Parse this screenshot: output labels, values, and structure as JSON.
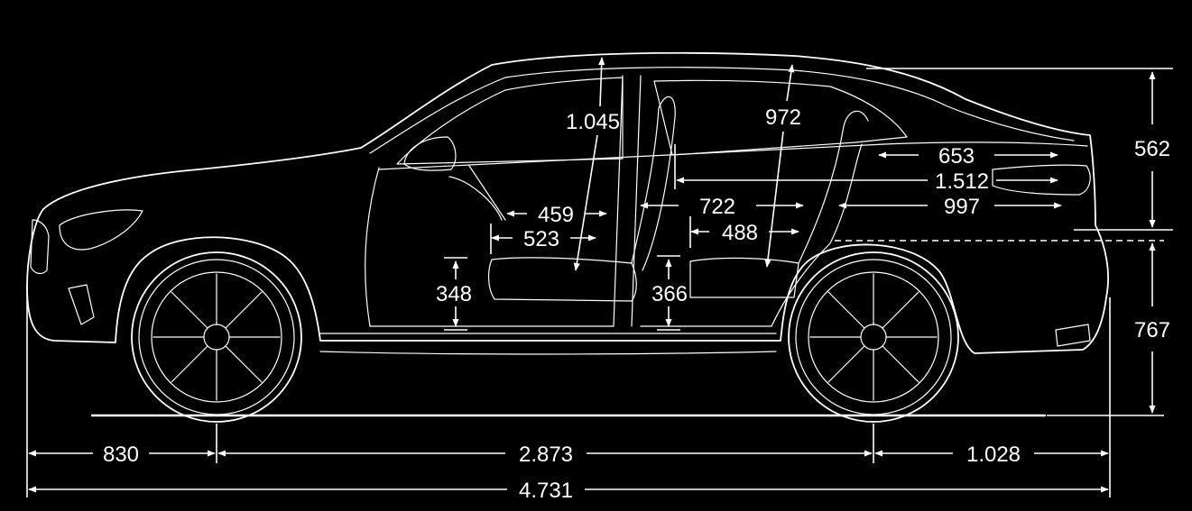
{
  "colors": {
    "background": "#000000",
    "lines": "#ffffff"
  },
  "overall": {
    "front_overhang": "830",
    "wheelbase": "2.873",
    "rear_overhang": "1.028",
    "length": "4.731"
  },
  "heights": {
    "upper": "562",
    "lower": "767"
  },
  "interior": {
    "headroom_front": "1.045",
    "headroom_rear": "972",
    "cargo_upper": "653",
    "cargo_length": "1.512",
    "cargo_lower": "997",
    "rear_legroom": "722",
    "rear_seat": "488",
    "front_legroom": "459",
    "front_seat": "523",
    "front_seat_height": "348",
    "rear_seat_height": "366"
  }
}
